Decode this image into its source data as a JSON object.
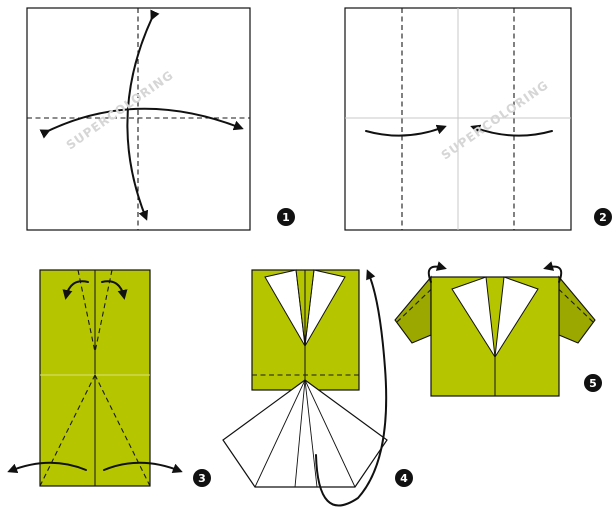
{
  "colors": {
    "paper_green": "#b5c600",
    "paper_green_dark": "#9aa800",
    "paper_white": "#ffffff",
    "line": "#111111"
  },
  "watermark": {
    "text": "SUPERCOLORING"
  },
  "steps": [
    {
      "number": "1"
    },
    {
      "number": "2"
    },
    {
      "number": "3"
    },
    {
      "number": "4"
    },
    {
      "number": "5"
    }
  ]
}
